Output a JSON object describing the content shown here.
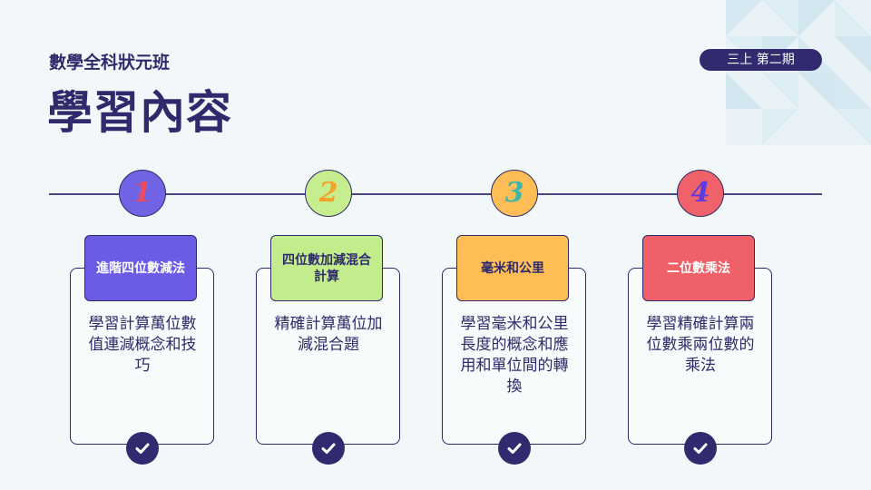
{
  "header": {
    "subtitle": "數學全科狀元班",
    "title": "學習內容",
    "badge": "三上 第二期"
  },
  "steps": [
    {
      "number": "1",
      "title": "進階四位數減法",
      "description": "學習計算萬位數值連減概念和技巧",
      "head_color": "#6b5ce6",
      "head_text_color": "#ffffff",
      "number_bg": "#7164e4",
      "number_color": "#ef4b5e"
    },
    {
      "number": "2",
      "title": "四位數加減混合計算",
      "description": "精確計算萬位加減混合題",
      "head_color": "#c3ec8c",
      "head_text_color": "#2e2a6b",
      "number_bg": "#c6ee8e",
      "number_color": "#f4a32a"
    },
    {
      "number": "3",
      "title": "毫米和公里",
      "description": "學習毫米和公里長度的概念和應用和單位間的轉換",
      "head_color": "#ffbe55",
      "head_text_color": "#2e2a6b",
      "number_bg": "#ffbe55",
      "number_color": "#3cb8a8"
    },
    {
      "number": "4",
      "title": "二位數乘法",
      "description": "學習精確計算兩位數乘兩位數的乘法",
      "head_color": "#ef6068",
      "head_text_color": "#ffffff",
      "number_bg": "#f0626a",
      "number_color": "#5b3ce0"
    }
  ],
  "icons": {
    "step_complete": "check-circle-icon",
    "decoration": "geometric-pattern-icon"
  }
}
